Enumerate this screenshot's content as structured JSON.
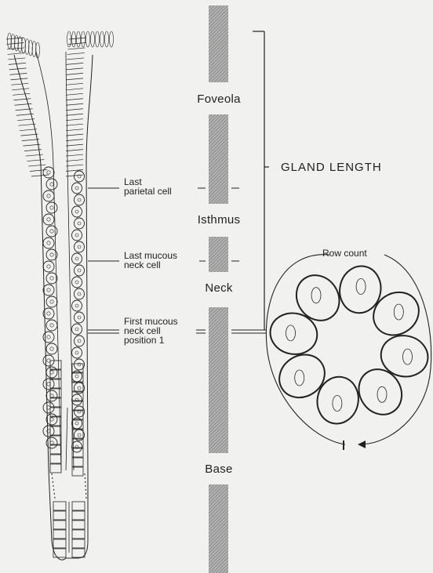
{
  "zones": {
    "foveola": "Foveola",
    "isthmus": "Isthmus",
    "neck": "Neck",
    "base": "Base"
  },
  "annotations": {
    "last_parietal_1": "Last",
    "last_parietal_2": "parietal cell",
    "last_mucous_1": "Last mucous",
    "last_mucous_2": "neck cell",
    "first_mucous_1": "First mucous",
    "first_mucous_2": "neck cell",
    "first_mucous_3": "position 1"
  },
  "gland_length": "GLAND LENGTH",
  "row_count": "Row count",
  "colors": {
    "background": "#f1f1ef",
    "ink": "#1c1c1c",
    "hatch": "#8a8a8a"
  }
}
